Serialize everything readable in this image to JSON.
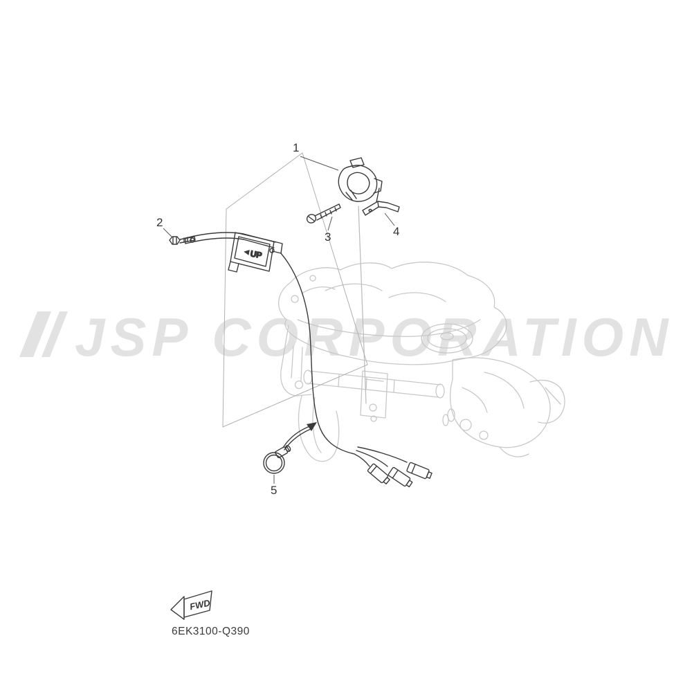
{
  "watermark": {
    "text": "JSP CORPORATION"
  },
  "diagram": {
    "part_code": "6EK3100-Q390",
    "direction_label": "FWD",
    "bracket_label": "UP",
    "callouts": [
      {
        "label": "1"
      },
      {
        "label": "2"
      },
      {
        "label": "3"
      },
      {
        "label": "4"
      },
      {
        "label": "5"
      }
    ],
    "colors": {
      "part_line": "#3a3a3a",
      "ghost_line": "#c8c8c8",
      "watermark": "#e2e2e2"
    }
  }
}
